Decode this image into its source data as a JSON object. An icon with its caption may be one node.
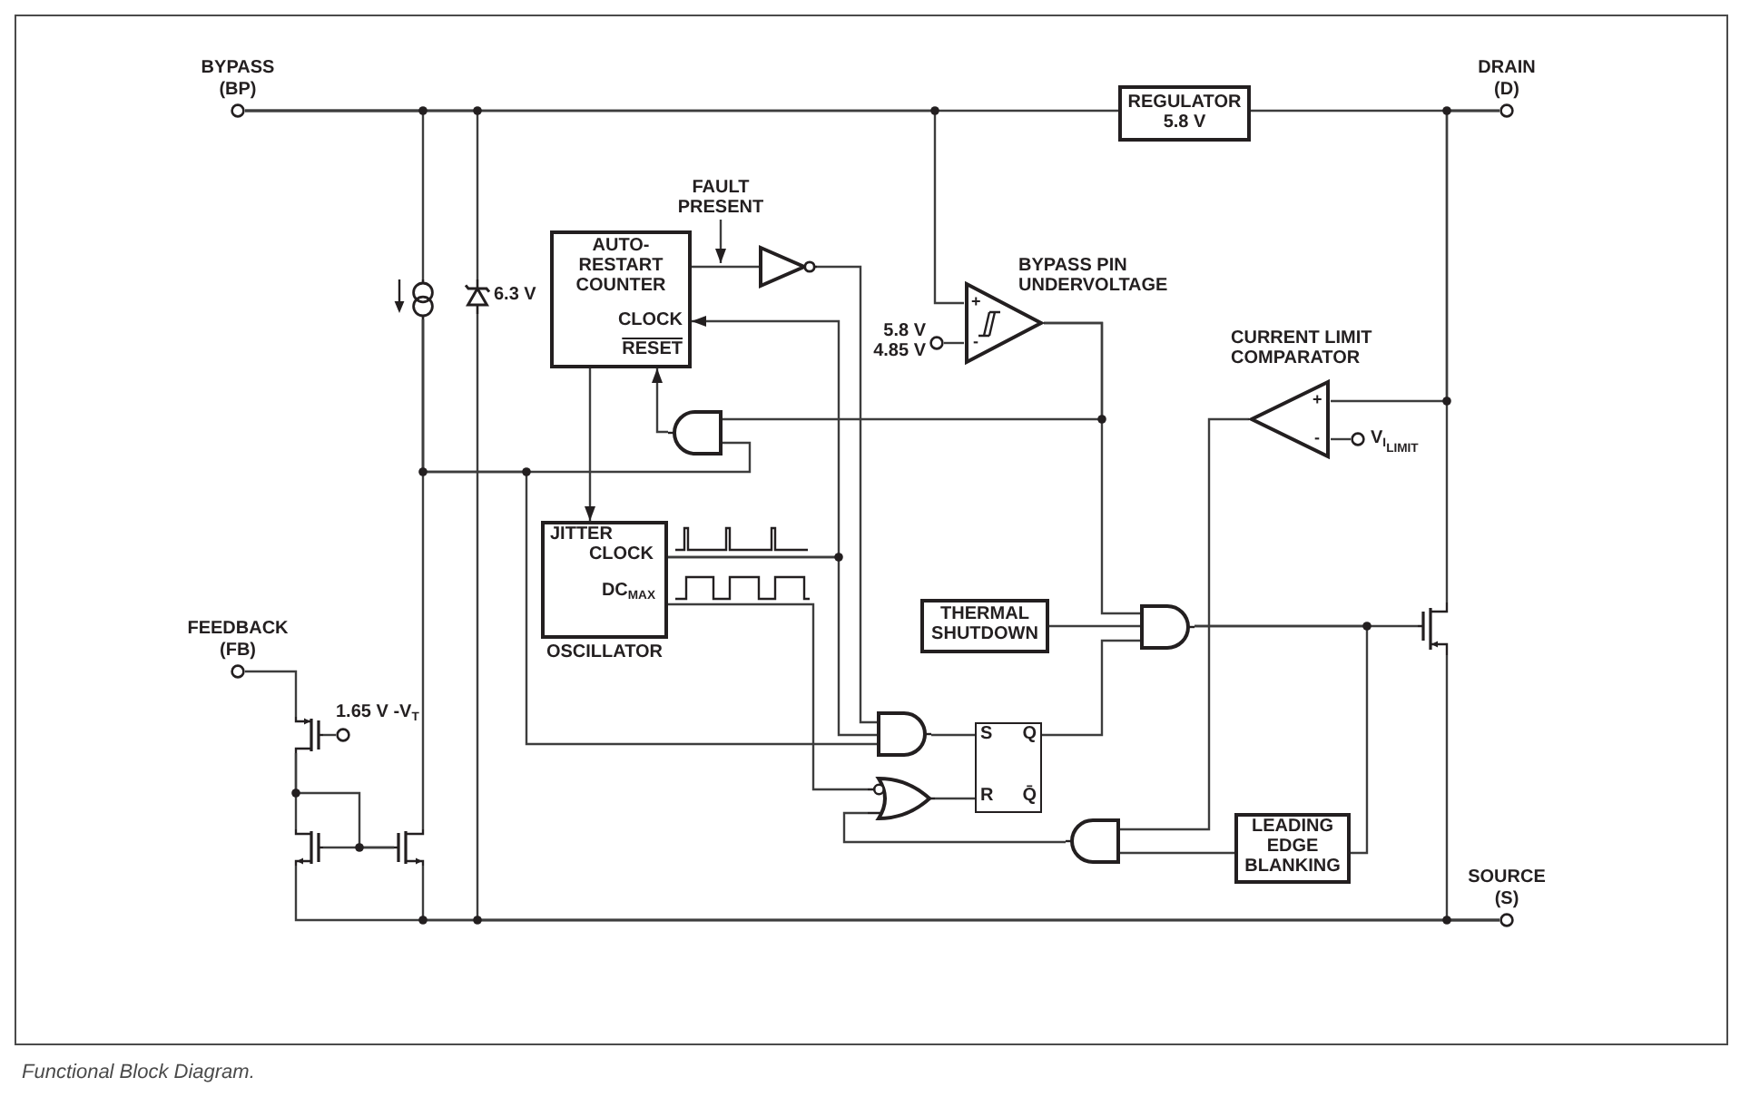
{
  "diagram": {
    "caption": "Functional Block Diagram.",
    "nodes": [
      {
        "text": [],
        "shape": "circle",
        "beside": [
          "BYPASS (BP)"
        ]
      },
      {
        "text": [
          "REGULATOR 5.8 V"
        ]
      },
      {
        "text": [],
        "shape": "circle",
        "beside": [
          "DRAIN (D)"
        ]
      },
      {
        "text": [
          "FAULT PRESENT"
        ]
      },
      {
        "text": [
          "AUTO-RESTART COUNTER",
          "CLOCK",
          "RESET"
        ]
      },
      {
        "text": [],
        "shape": "triangle"
      },
      {
        "text": [
          "+",
          "-"
        ],
        "beside": [
          "BYPASS PIN UNDERVOLTAGE"
        ]
      },
      {
        "text": [],
        "shape": "circle",
        "beside": [
          "5.8 V",
          "4.85 V"
        ]
      },
      {
        "text": [],
        "shape": "circle"
      },
      {
        "text": [],
        "shape": "diode",
        "beside": [
          "6.3 V"
        ]
      },
      {
        "text": [
          "+",
          "-"
        ],
        "beside": [
          "CURRENT LIMIT COMPARATOR"
        ]
      },
      {
        "text": [],
        "shape": "circle",
        "beside": [
          "V$_{I}$$_{LIMIT}$"
        ]
      },
      {
        "text": [],
        "shape": "gate"
      },
      {
        "text": [
          "JITTER CLOCK",
          "DC$_{MAX}$",
          "OSCILLATOR"
        ]
      },
      {
        "text": [
          "THERMAL SHUTDOWN"
        ]
      },
      {
        "text": [],
        "shape": "gate"
      },
      {
        "text": [],
        "shape": "transistor"
      },
      {
        "text": [],
        "shape": "circle",
        "beside": [
          "FEEDBACK (FB)"
        ]
      },
      {
        "text": [],
        "shape": "circle",
        "beside": [
          "1.65 V -V$_{T}$"
        ]
      },
      {
        "text": [],
        "shape": "transistor"
      },
      {
        "text": [],
        "shape": "gate"
      },
      {
        "text": [
          "S",
          "Q",
          "R",
          "Q̄"
        ]
      },
      {
        "text": [],
        "shape": "gate"
      },
      {
        "text": [],
        "shape": "gate"
      },
      {
        "text": [
          "LEADING EDGE BLANKING"
        ]
      },
      {
        "text": [],
        "shape": "transistor"
      },
      {
        "text": [],
        "shape": "transistor"
      },
      {
        "text": [],
        "shape": "circle",
        "beside": [
          "SOURCE (S)"
        ]
      }
    ],
    "edges": [
      {
        "from": 0,
        "to": 1,
        "arrow": "none"
      },
      {
        "from": 0,
        "to": 8,
        "arrow": "none"
      },
      {
        "from": 0,
        "to": 9,
        "arrow": "none"
      },
      {
        "from": 0,
        "to": 6,
        "arrow": "none"
      },
      {
        "from": 1,
        "to": 2,
        "arrow": "none"
      },
      {
        "from": 2,
        "to": 16,
        "arrow": "none"
      },
      {
        "from": 2,
        "to": 10,
        "arrow": "none"
      },
      {
        "from": 3,
        "to": null,
        "arrow": "to"
      },
      {
        "from": 4,
        "to": 5,
        "arrow": "none"
      },
      {
        "from": 5,
        "to": 20,
        "arrow": "none"
      },
      {
        "from": 4,
        "to": 13,
        "arrow": "to"
      },
      {
        "from": 13,
        "to": 4,
        "arrow": "to"
      },
      {
        "from": 13,
        "to": 20,
        "arrow": "none"
      },
      {
        "from": 13,
        "to": 22,
        "arrow": "none"
      },
      {
        "from": 6,
        "to": 15,
        "arrow": "none"
      },
      {
        "from": 6,
        "to": 12,
        "arrow": "none"
      },
      {
        "from": 7,
        "to": 6,
        "arrow": "none"
      },
      {
        "from": 8,
        "to": 26,
        "arrow": "none"
      },
      {
        "from": 8,
        "to": 12,
        "arrow": "none"
      },
      {
        "from": 8,
        "to": 20,
        "arrow": "none"
      },
      {
        "from": 9,
        "to": 27,
        "arrow": "none"
      },
      {
        "from": 25,
        "to": 27,
        "arrow": "none"
      },
      {
        "from": 26,
        "to": 27,
        "arrow": "none"
      },
      {
        "from": 16,
        "to": 27,
        "arrow": "none"
      },
      {
        "from": 17,
        "to": 19,
        "arrow": "none"
      },
      {
        "from": 18,
        "to": 19,
        "arrow": "none"
      },
      {
        "from": 19,
        "to": 25,
        "arrow": "none"
      },
      {
        "from": 19,
        "to": 26,
        "arrow": "none"
      },
      {
        "from": 25,
        "to": 26,
        "arrow": "none"
      },
      {
        "from": 15,
        "to": 16,
        "arrow": "none"
      },
      {
        "from": 15,
        "to": 24,
        "arrow": "none"
      },
      {
        "from": 24,
        "to": 23,
        "arrow": "none"
      },
      {
        "from": 10,
        "to": 23,
        "arrow": "none"
      },
      {
        "from": 11,
        "to": 10,
        "arrow": "none"
      },
      {
        "from": 23,
        "to": 22,
        "arrow": "none"
      },
      {
        "from": 22,
        "to": 21,
        "arrow": "none"
      },
      {
        "from": 20,
        "to": 21,
        "arrow": "none"
      },
      {
        "from": 21,
        "to": 15,
        "arrow": "none"
      },
      {
        "from": 14,
        "to": 15,
        "arrow": "none"
      },
      {
        "from": 12,
        "to": 4,
        "arrow": "to"
      }
    ]
  }
}
